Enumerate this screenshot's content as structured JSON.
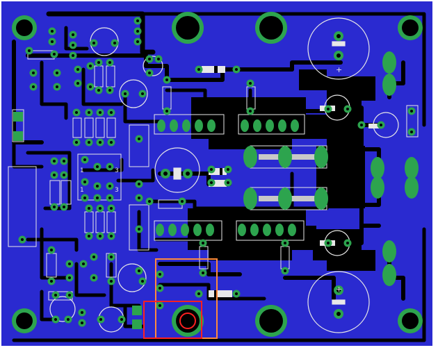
{
  "view": {
    "title": "",
    "colors": {
      "board": "#2a2ad0",
      "copper": "#1c1cb0",
      "trace": "#000000",
      "pad": "#2da44e",
      "silk": "#e8e8e8",
      "outline": "#cfcfcf",
      "highlight_orange": "#ff8a3c",
      "highlight_red": "#ff2020"
    }
  },
  "silk_labels": {
    "jumper_a": "1",
    "jumper_b": "3",
    "jumper_c": "1",
    "jumper_d": "3"
  },
  "components": {
    "mounting_holes": [
      "hole-top-left",
      "hole-top-center",
      "hole-top-mid",
      "hole-top-right",
      "hole-bottom-left",
      "hole-bottom-center",
      "hole-bottom-mid",
      "hole-bottom-right"
    ],
    "big_caps": [
      "cap-top-right",
      "cap-bottom-right",
      "cap-center"
    ],
    "power_resistors": [
      "r-power-1",
      "r-power-2",
      "r-power-3",
      "r-power-4"
    ],
    "transistors": [
      "q-top-left",
      "q-top-right",
      "q-bottom-left",
      "q-bottom-right"
    ]
  },
  "selection": {
    "outer_box": "selection-box-orange",
    "inner_box": "selection-box-red",
    "target_pad": "selected-pad"
  }
}
